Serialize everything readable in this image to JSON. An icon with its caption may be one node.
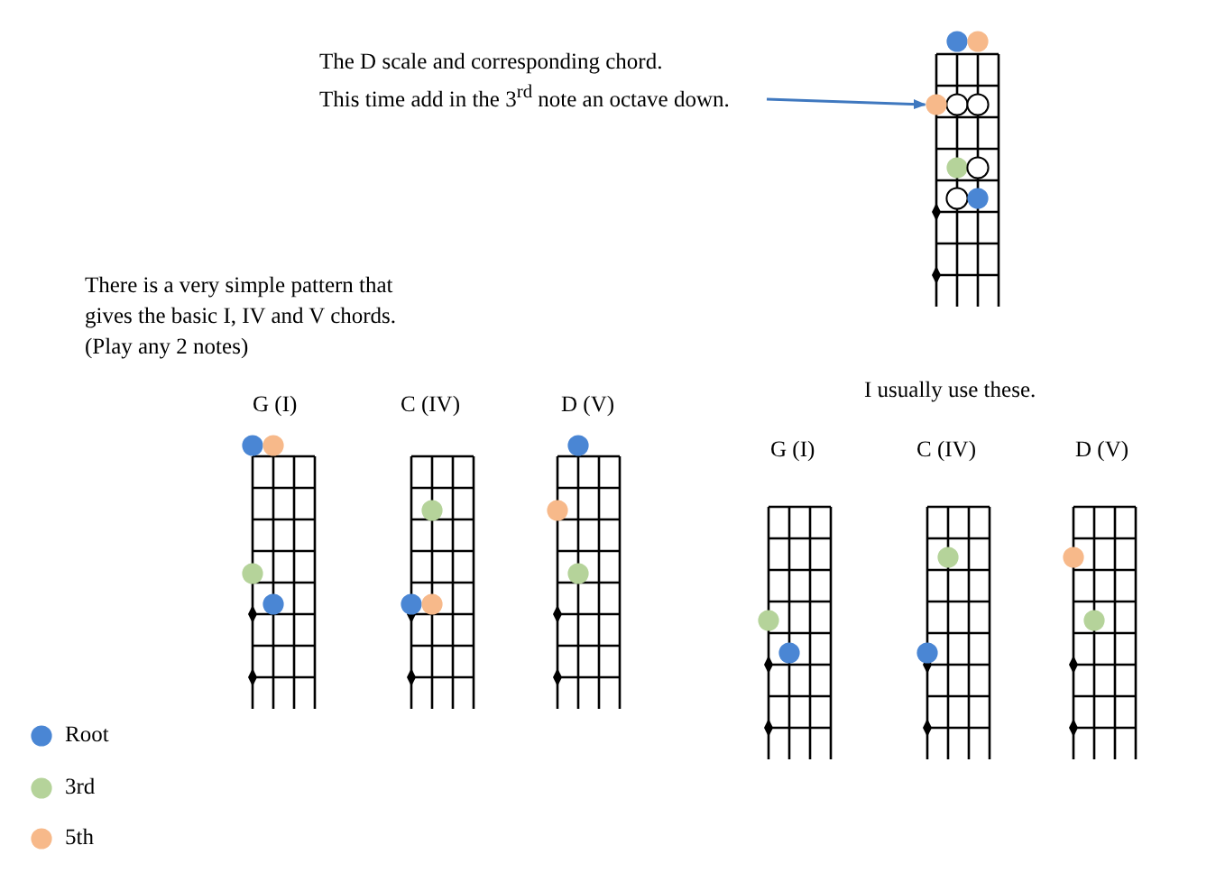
{
  "diagram": {
    "nodes": [
      {
        "text": [
          "The D scale and corresponding chord. This time add in the 3$^{rd}$ note an octave down."
        ]
      },
      {
        "text": [],
        "shape": "circle"
      }
    ],
    "edges": [
      {
        "from": 0,
        "to": 1,
        "arrow": "to"
      }
    ],
    "labels": [
      "There is a very simple pattern that gives the basic I, IV and V chords.",
      "(Play any 2 notes)",
      "I usually use these.",
      "G (I)",
      "C (IV)",
      "D (V)",
      "G (I)",
      "C (IV)",
      "D (V)"
    ],
    "legend": [
      {
        "text": "Root",
        "color": "#4a86d4"
      },
      {
        "text": "3rd",
        "color": "#b5d39a"
      },
      {
        "text": "5th",
        "color": "#f7b98a"
      }
    ]
  }
}
